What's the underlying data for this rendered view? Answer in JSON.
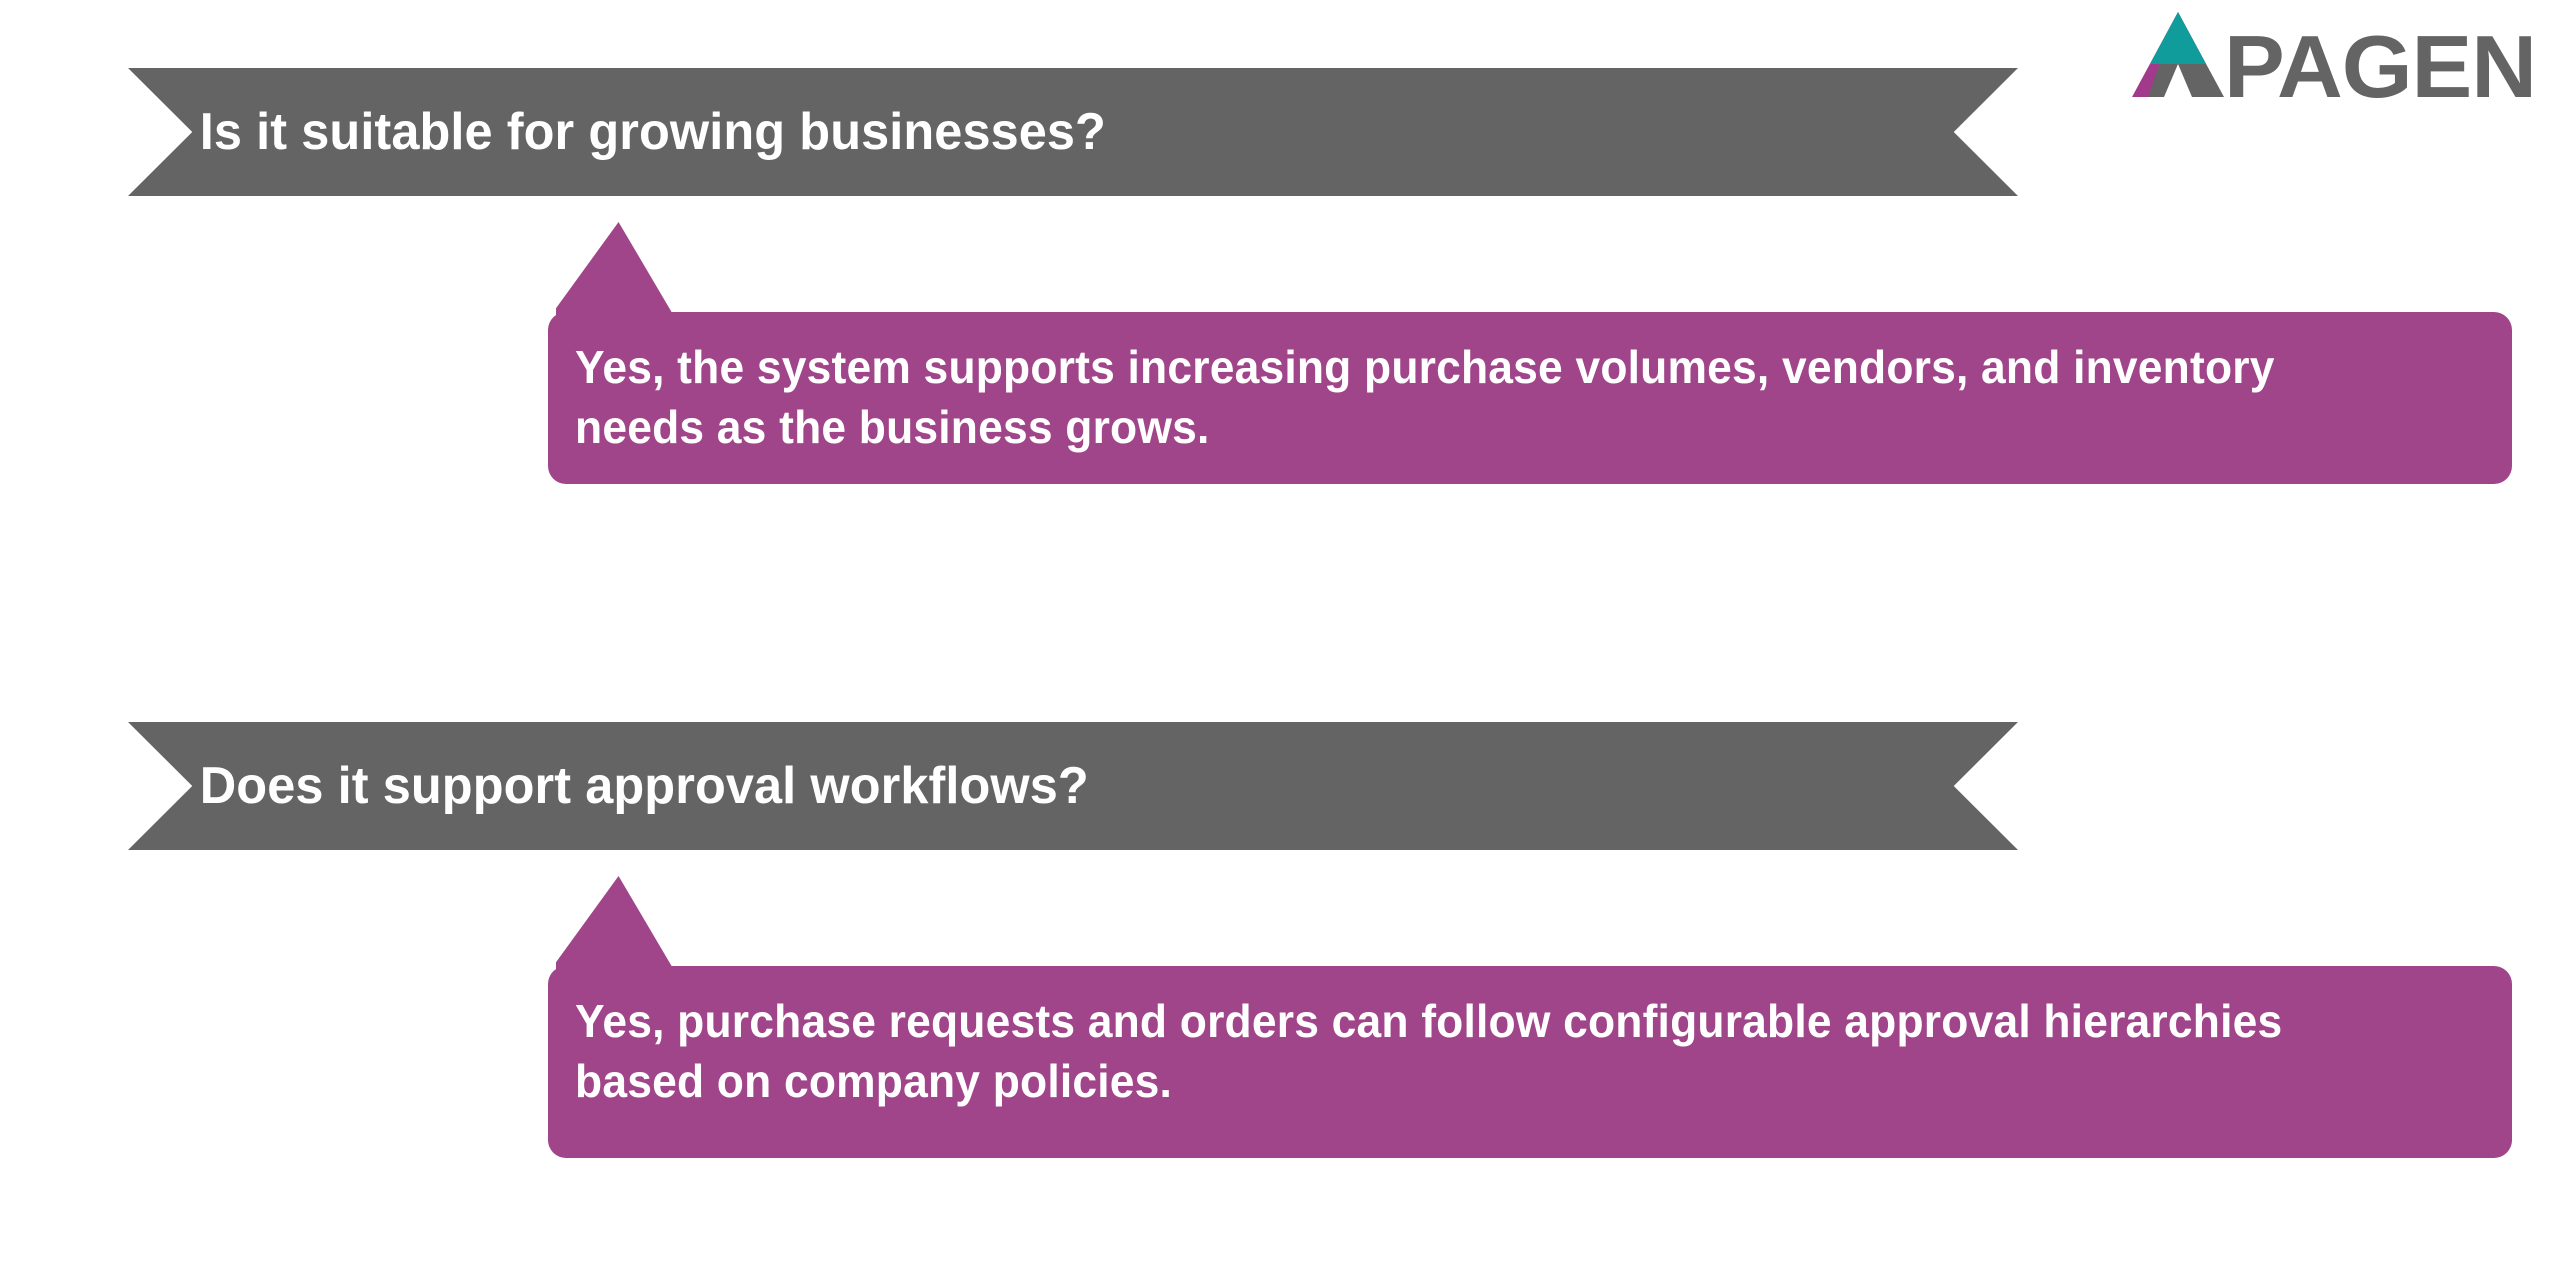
{
  "brand": {
    "logo_name": "apagen-logo",
    "wordmark": "PAGEN",
    "colors": {
      "teal": "#0f9c9a",
      "magenta": "#a23a8c",
      "gray": "#646464"
    }
  },
  "theme": {
    "banner_bg": "#646464",
    "banner_text": "#ffffff",
    "bubble_bg": "#a0458a",
    "bubble_text": "#ffffff",
    "page_bg": "#ffffff"
  },
  "faq": [
    {
      "question": "Is it suitable for growing businesses?",
      "answer": "Yes, the system supports increasing purchase volumes, vendors, and inventory needs as the business grows."
    },
    {
      "question": "Does it support approval workflows?",
      "answer": "Yes, purchase requests and orders can follow configurable approval hierarchies based on company policies."
    }
  ]
}
